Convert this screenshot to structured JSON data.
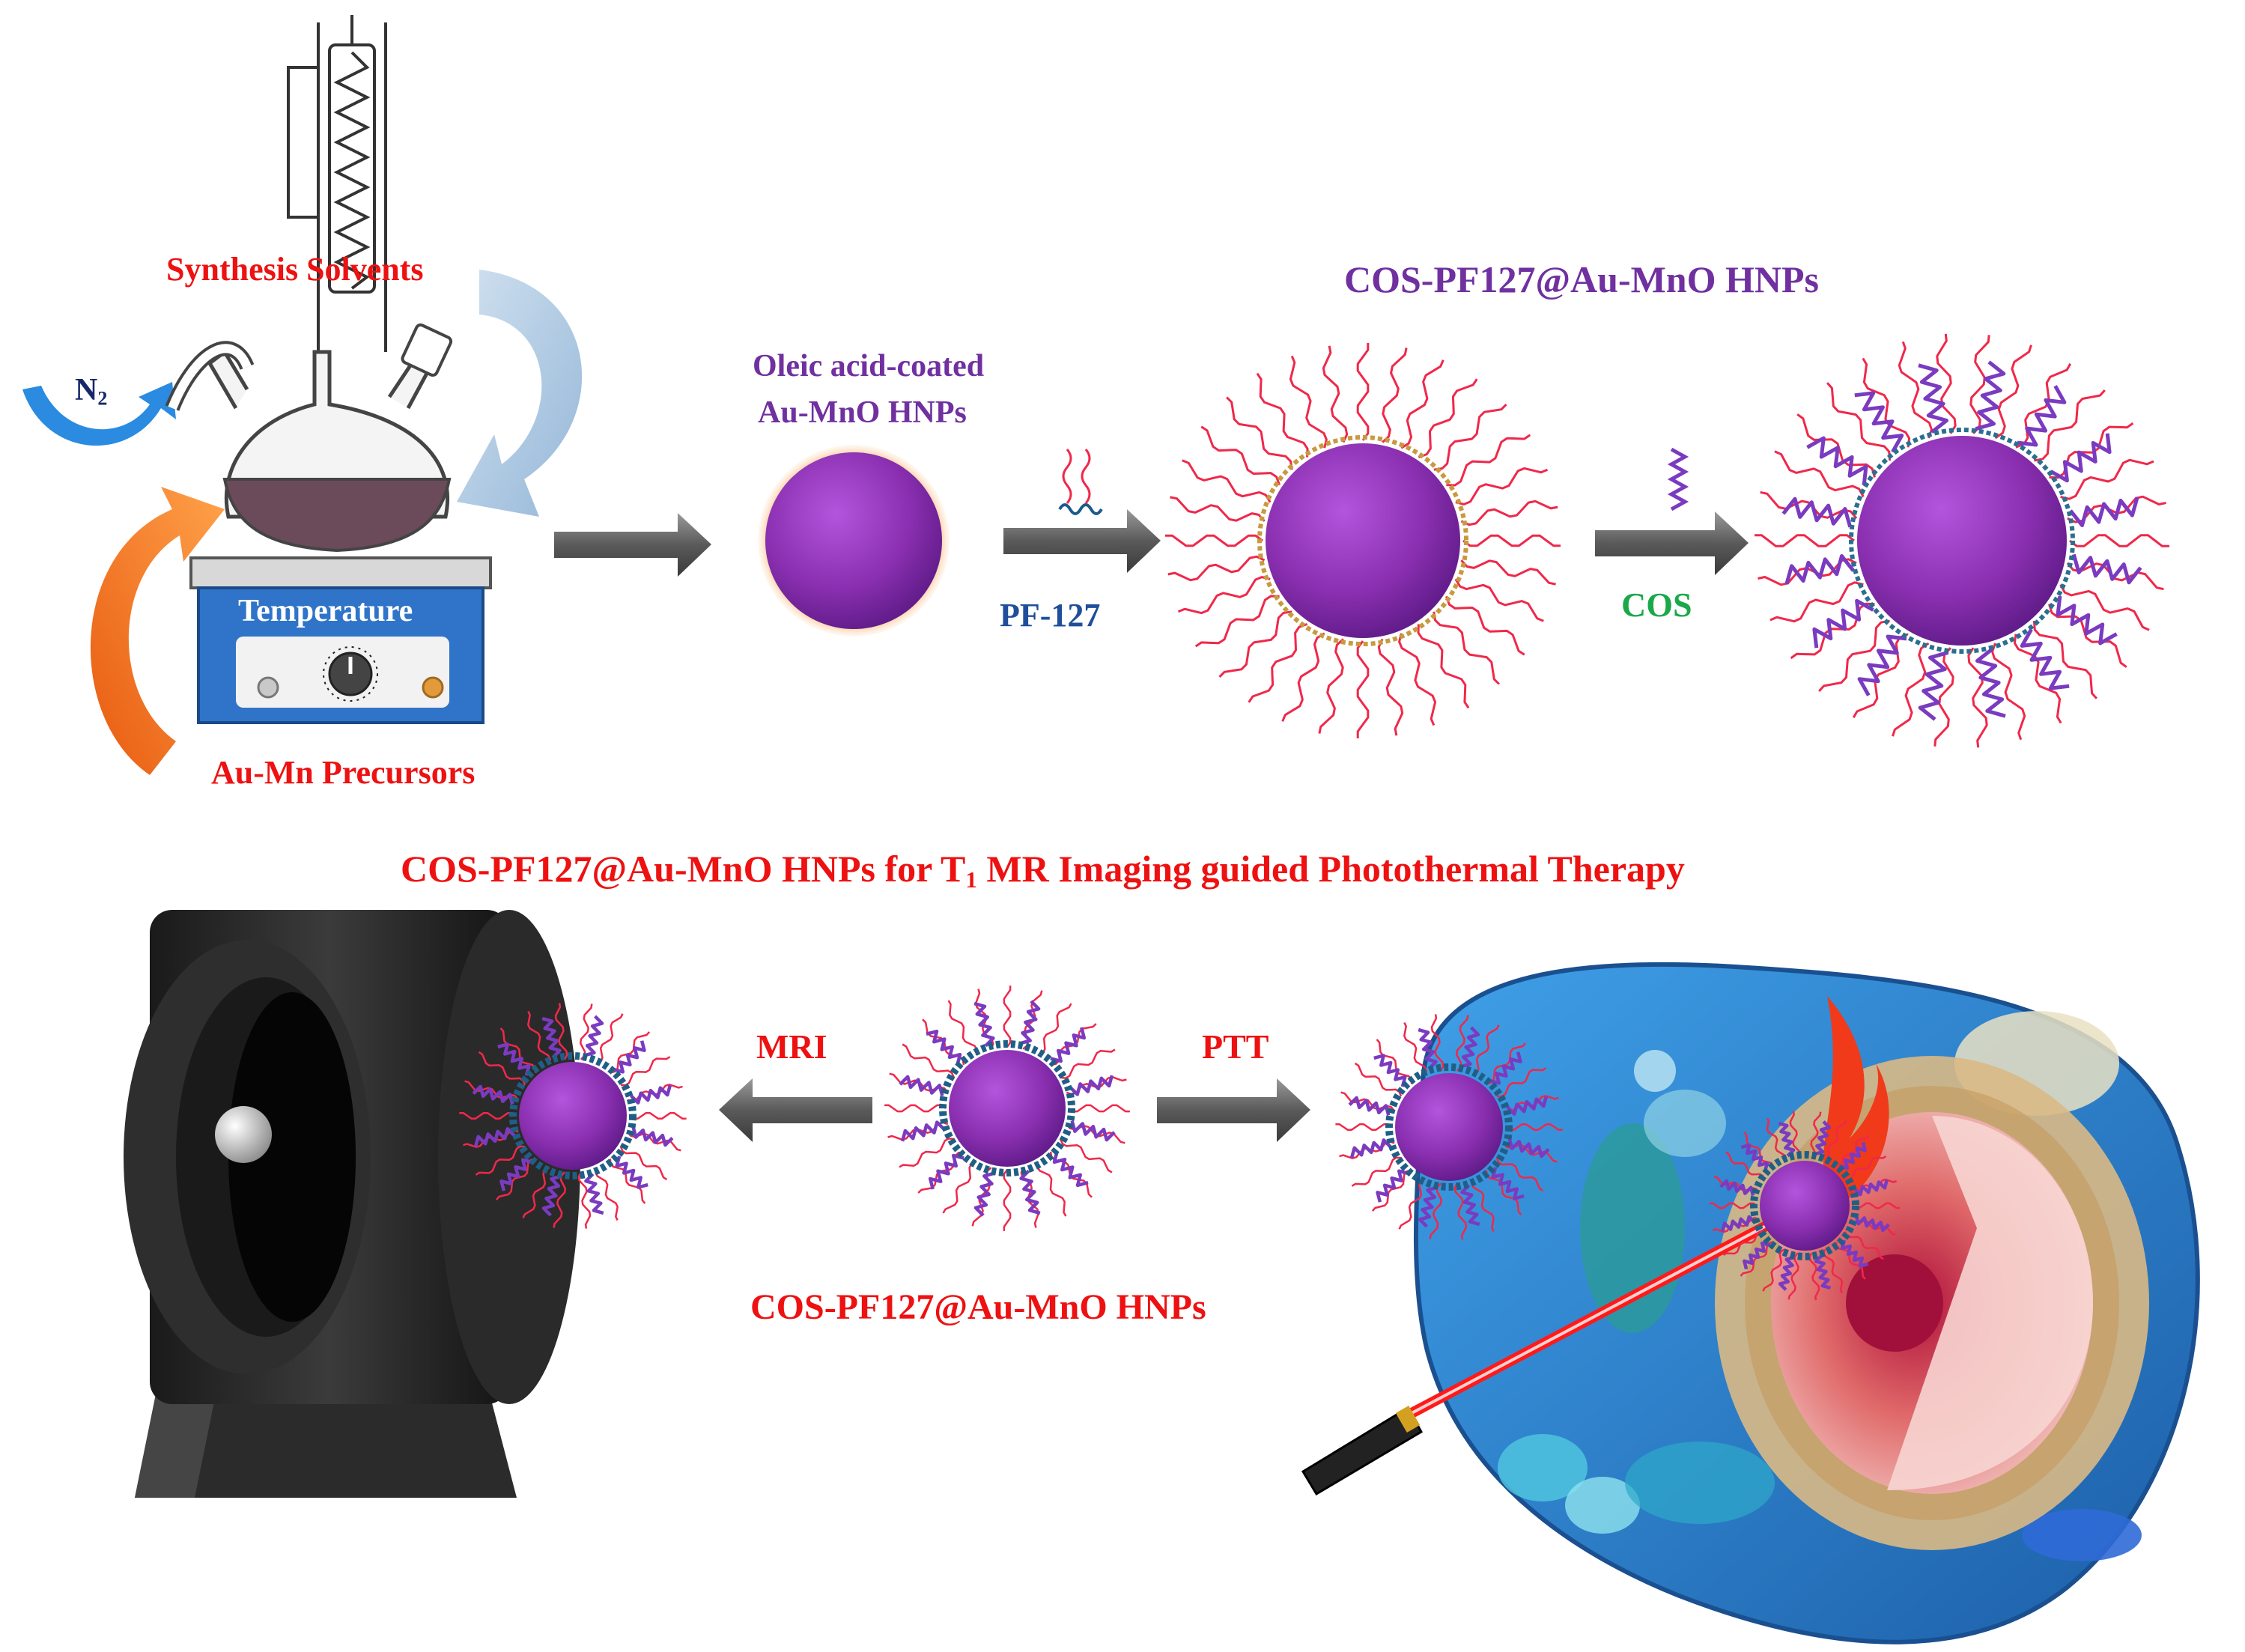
{
  "colors": {
    "label_red": "#ee1111",
    "label_purple": "#7030a0",
    "label_blue": "#1f4e9a",
    "label_green": "#1aa84a",
    "particle_purple": "#8a2fb0",
    "polymer_red": "#f0284a",
    "cos_purple": "#7a3bc0",
    "arrow_gray": "#6b6b6b",
    "hotplate_blue": "#2f74c8",
    "flask_liquid": "#6b4a5a",
    "cell_blue": "#2b86d6"
  },
  "icons": [
    "flask-icon",
    "hotplate-icon",
    "n2-arrow-icon",
    "mri-scanner-icon",
    "laser-icon",
    "cell-icon",
    "flame-icon",
    "nanoparticle-icon"
  ],
  "synthesis": {
    "solvents_label": "Synthesis Solvents",
    "n2_main": "N",
    "n2_sub": "2",
    "temperature_label": "Temperature",
    "precursors_label": "Au-Mn Precursors"
  },
  "steps": {
    "oleic_line1": "Oleic acid-coated",
    "oleic_line2": "Au-MnO HNPs",
    "pf127_label": "PF-127",
    "cos_label": "COS",
    "final_title": "COS-PF127@Au-MnO HNPs"
  },
  "application": {
    "title_part1": "COS-PF127@Au-MnO HNPs for T",
    "title_sub": "1",
    "title_part2": " MR Imaging guided Photothermal Therapy",
    "mri_label": "MRI",
    "ptt_label": "PTT",
    "center_caption": "COS-PF127@Au-MnO HNPs"
  }
}
